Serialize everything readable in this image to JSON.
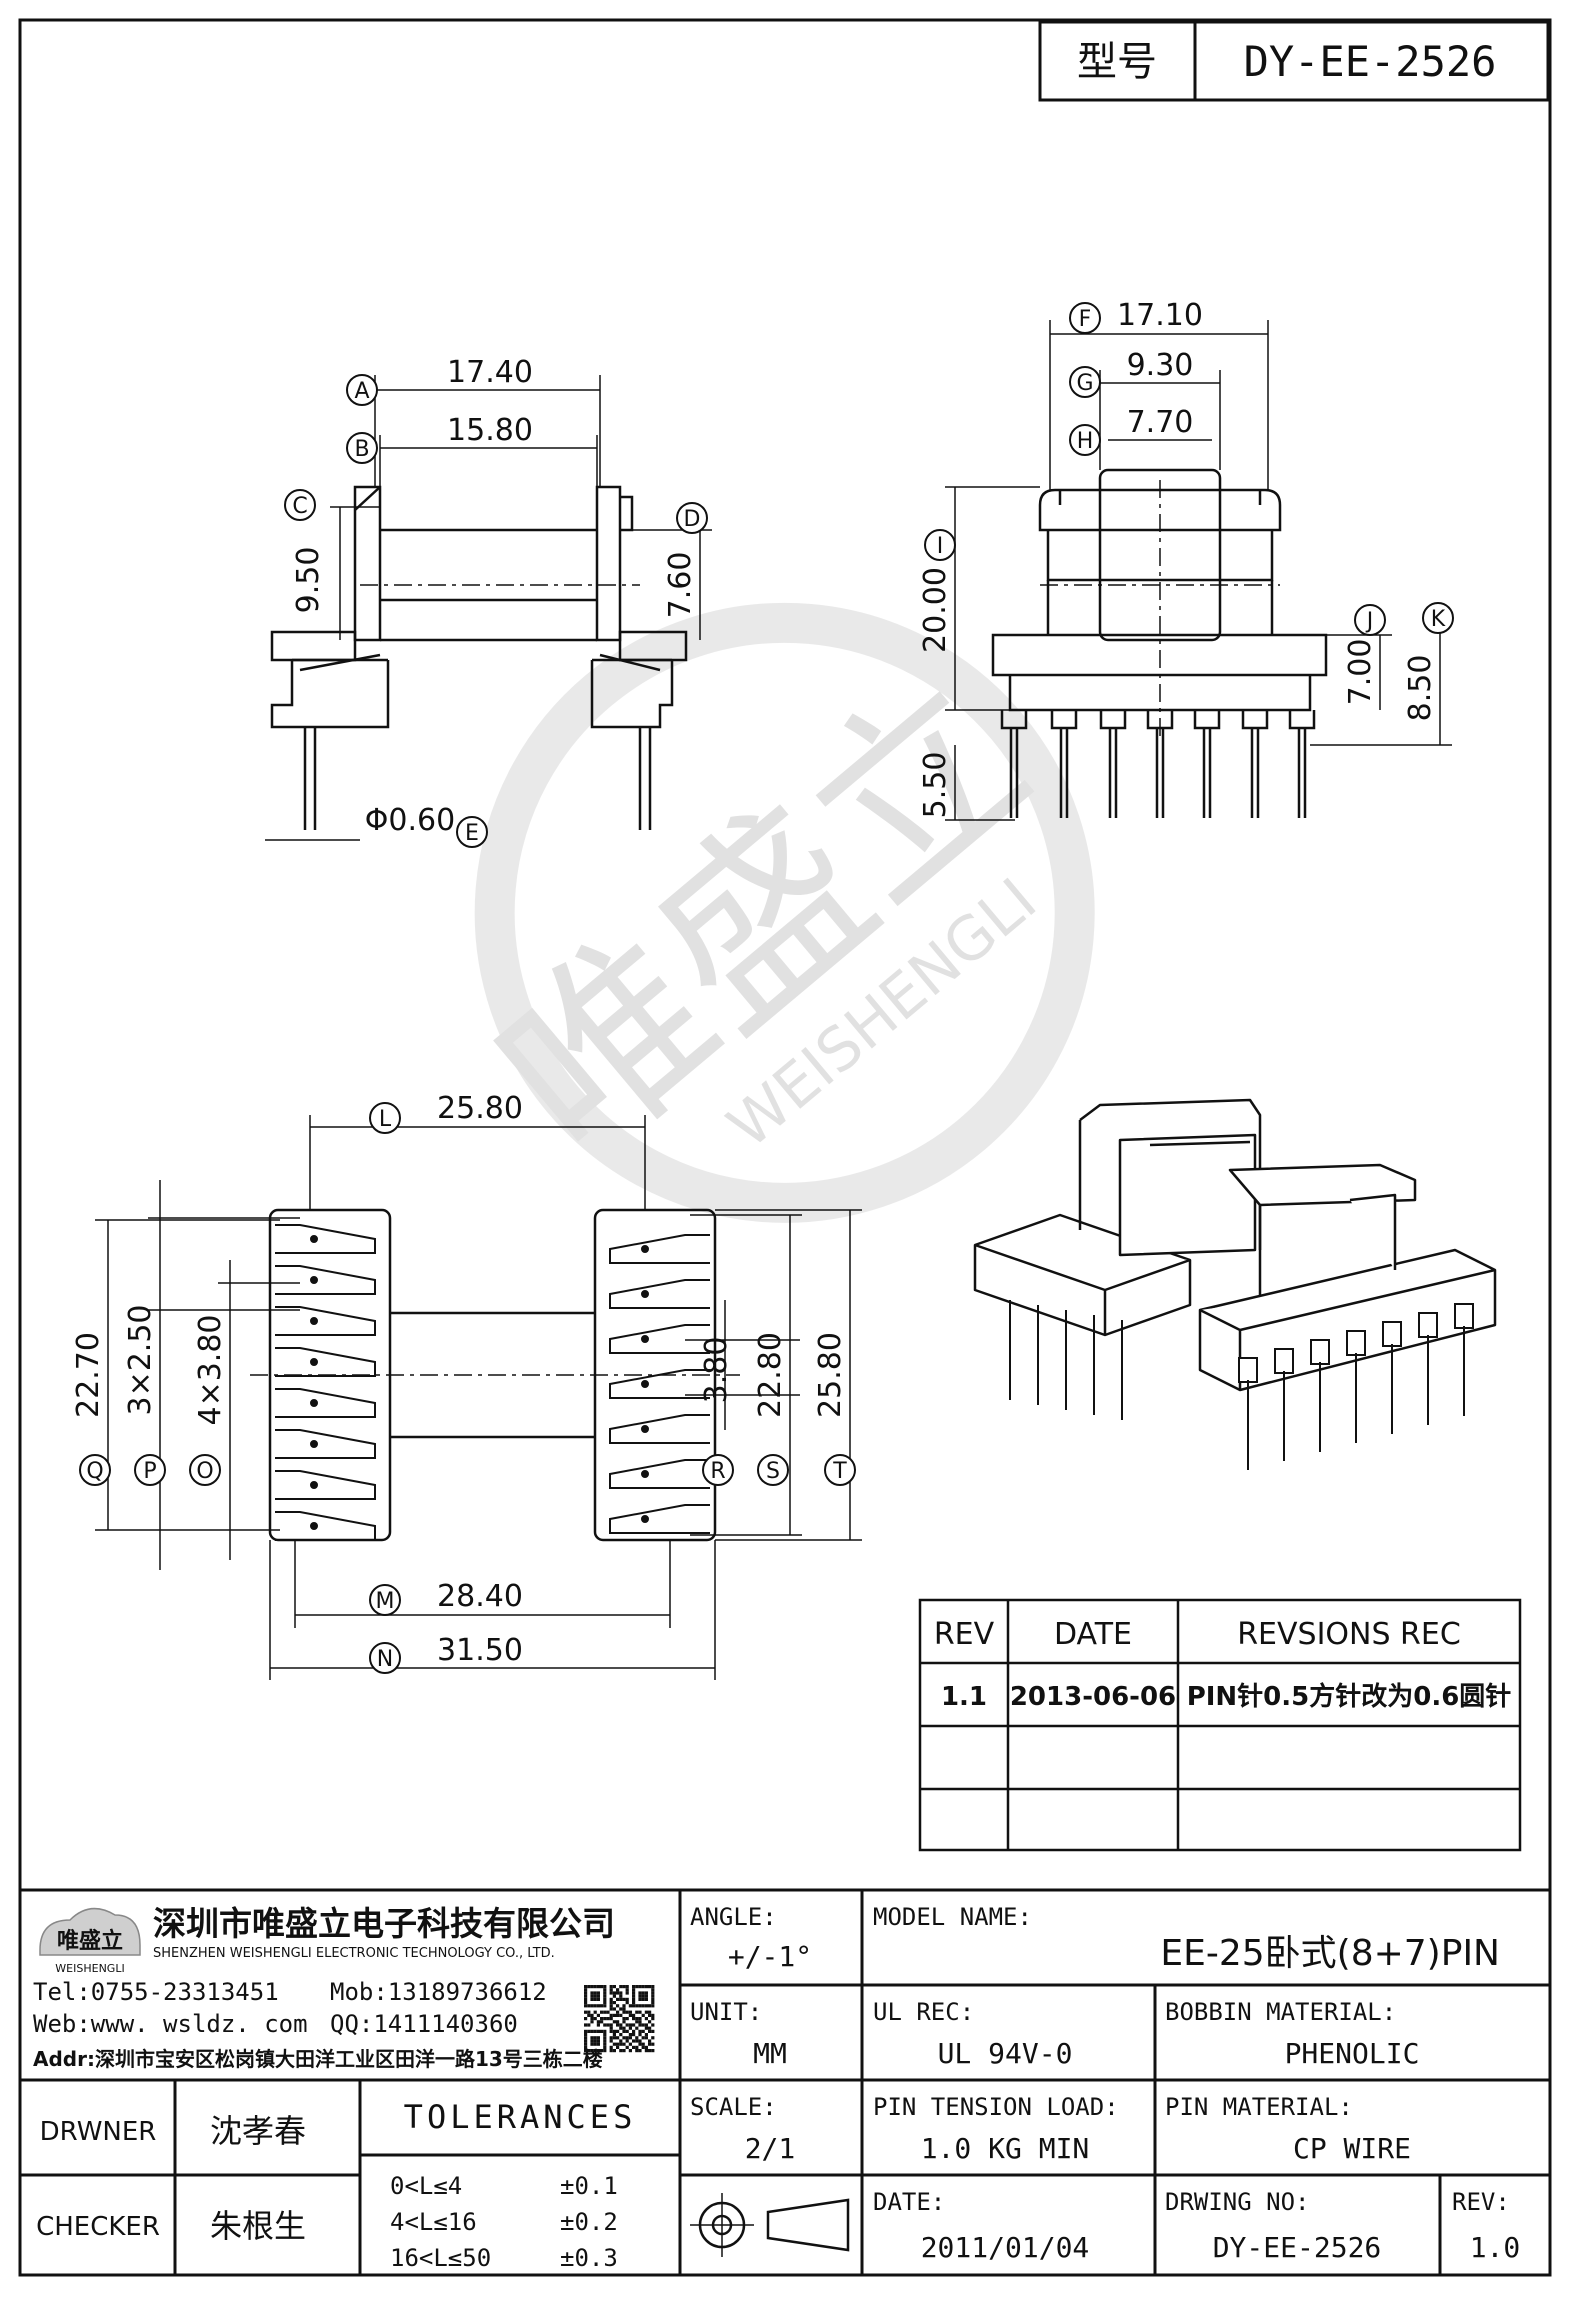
{
  "header": {
    "type_label": "型号",
    "model_code": "DY-EE-2526"
  },
  "dimensions": {
    "A": "17.40",
    "B": "15.80",
    "C": "9.50",
    "D": "7.60",
    "E": "Φ0.60",
    "F": "17.10",
    "G": "9.30",
    "H": "7.70",
    "I": "20.00",
    "J": "7.00",
    "K": "8.50",
    "height_pin": "5.50",
    "L": "25.80",
    "M": "28.40",
    "N": "31.50",
    "O": "4×3.80",
    "P": "3×2.50",
    "Q": "22.70",
    "R": "3.80",
    "S": "22.80",
    "T": "25.80"
  },
  "markers": [
    "A",
    "B",
    "C",
    "D",
    "E",
    "F",
    "G",
    "H",
    "I",
    "J",
    "K",
    "L",
    "M",
    "N",
    "O",
    "P",
    "Q",
    "R",
    "S",
    "T"
  ],
  "watermark": {
    "cn": "唯盛立",
    "en": "WEISHENGLI"
  },
  "revision_table": {
    "headers": [
      "REV",
      "DATE",
      "REVSIONS REC"
    ],
    "rows": [
      [
        "1.1",
        "2013-06-06",
        "PIN针0.5方针改为0.6圆针"
      ],
      [
        "",
        "",
        ""
      ],
      [
        "",
        "",
        ""
      ]
    ]
  },
  "company": {
    "logo_cn": "唯盛立",
    "logo_en": "WEISHENGLI",
    "name_cn": "深圳市唯盛立电子科技有限公司",
    "name_en": "SHENZHEN WEISHENGLI ELECTRONIC TECHNOLOGY CO., LTD.",
    "tel": "Tel:0755-23313451",
    "mob": "Mob:13189736612",
    "web": "Web:www. wsldz. com",
    "qq": "QQ:1411140360",
    "addr": "Addr:深圳市宝安区松岗镇大田洋工业区田洋一路13号三栋二楼"
  },
  "title_block": {
    "angle_label": "ANGLE:",
    "angle_value": "+/-1°",
    "model_name_label": "MODEL NAME:",
    "model_name_value": "EE-25卧式(8+7)PIN",
    "unit_label": "UNIT:",
    "unit_value": "MM",
    "ul_label": "UL REC:",
    "ul_value": "UL 94V-0",
    "bobbin_label": "BOBBIN MATERIAL:",
    "bobbin_value": "PHENOLIC",
    "scale_label": "SCALE:",
    "scale_value": "2/1",
    "pin_tension_label": "PIN TENSION LOAD:",
    "pin_tension_value": "1.0 KG MIN",
    "pin_material_label": "PIN MATERIAL:",
    "pin_material_value": "CP WIRE",
    "date_label": "DATE:",
    "date_value": "2011/01/04",
    "drawing_no_label": "DRWING NO:",
    "drawing_no_value": "DY-EE-2526",
    "rev_label": "REV:",
    "rev_value": "1.0",
    "drawer_label": "DRWNER",
    "drawer_value": "沈孝春",
    "checker_label": "CHECKER",
    "checker_value": "朱根生",
    "tolerances_label": "TOLERANCES",
    "tolerances": [
      {
        "range": "0<L≤4",
        "tol": "±0.1"
      },
      {
        "range": "4<L≤16",
        "tol": "±0.2"
      },
      {
        "range": "16<L≤50",
        "tol": "±0.3"
      }
    ]
  }
}
